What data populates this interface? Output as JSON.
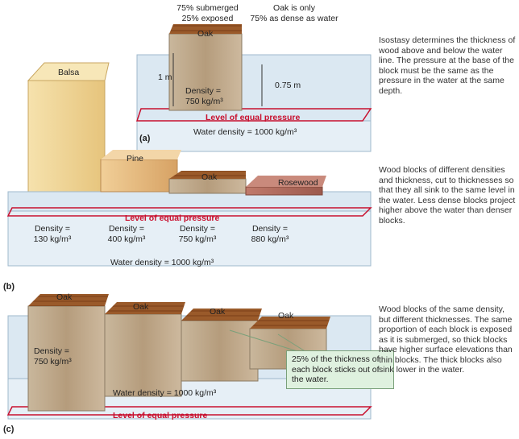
{
  "panel_a": {
    "tag": "(a)",
    "top_left_line1": "75% submerged",
    "top_left_line2": "25% exposed",
    "top_right_line1": "Oak is only",
    "top_right_line2": "75% as dense as water",
    "oak_label": "Oak",
    "balsa_label": "Balsa",
    "height_1m": "1 m",
    "depth_075": "0.75 m",
    "density_line1": "Density =",
    "density_line2": "750 kg/m³",
    "level_label": "Level of equal pressure",
    "water_density": "Water density = 1000 kg/m³",
    "description": "Isostasy determines the thickness of wood above and below the water line. The pressure at the base of the block must be the same as the pressure in the water at the same depth."
  },
  "panel_b": {
    "tag": "(b)",
    "blocks": [
      {
        "label": "Balsa",
        "density_line1": "Density =",
        "density_line2": "130 kg/m³"
      },
      {
        "label": "Pine",
        "density_line1": "Density =",
        "density_line2": "400 kg/m³"
      },
      {
        "label": "Oak",
        "density_line1": "Density =",
        "density_line2": "750 kg/m³"
      },
      {
        "label": "Rosewood",
        "density_line1": "Density =",
        "density_line2": "880 kg/m³"
      }
    ],
    "level_label": "Level of equal pressure",
    "water_density": "Water density = 1000 kg/m³",
    "description": "Wood blocks of different densities and thickness, cut to thicknesses so that they all sink to the same level in the water. Less dense blocks project higher above the water than denser blocks."
  },
  "panel_c": {
    "tag": "(c)",
    "blocks": [
      "Oak",
      "Oak",
      "Oak",
      "Oak"
    ],
    "density_line1": "Density =",
    "density_line2": "750 kg/m³",
    "callout": "25% of the thickness of each block sticks out of the water.",
    "water_density": "Water density = 1000 kg/m³",
    "level_label": "Level of equal pressure",
    "description": "Wood blocks of the same density, but different thicknesses. The same proportion of each block is exposed as it is submerged, so thick blocks have higher surface elevations than thin blocks. The thick blocks also sink lower in the water."
  },
  "colors": {
    "water": "#d9e7f1",
    "water_edge": "#9fb9cc",
    "level_line": "#c8102e",
    "oak_top": "#9a5a2a",
    "balsa": "#f0d79a",
    "pine": "#e9bd82",
    "rosewood": "#b06a5e",
    "callout_bg": "#dff1df"
  }
}
